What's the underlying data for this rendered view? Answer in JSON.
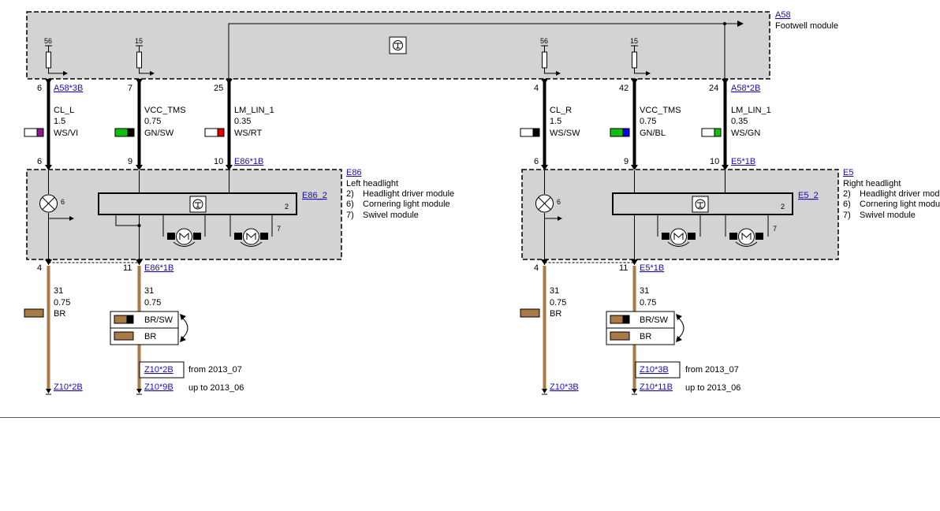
{
  "modules": {
    "footwell": {
      "id": "A58",
      "name": "Footwell module",
      "pin56": "56",
      "pin15": "15",
      "pin56b": "56",
      "pin15b": "15"
    },
    "left": {
      "id": "E86",
      "name": "Left headlight",
      "items": [
        {
          "num": "2)",
          "text": "Headlight driver module"
        },
        {
          "num": "6)",
          "text": "Cornering light module"
        },
        {
          "num": "7)",
          "text": "Swivel module"
        }
      ],
      "driver_id": "E86_2",
      "driver_num": "2",
      "lamp_num": "6",
      "motor_num": "7"
    },
    "right": {
      "id": "E5",
      "name": "Right headlight",
      "items": [
        {
          "num": "2)",
          "text": "Headlight driver module"
        },
        {
          "num": "6)",
          "text": "Cornering light module"
        },
        {
          "num": "7)",
          "text": "Swivel module"
        }
      ],
      "driver_id": "E5_2",
      "driver_num": "2",
      "lamp_num": "6",
      "motor_num": "7"
    }
  },
  "connectors": {
    "a58_3b": "A58*3B",
    "a58_2b": "A58*2B",
    "e86_1b_top": "E86*1B",
    "e5_1b_top": "E5*1B",
    "e86_1b_bot": "E86*1B",
    "e5_1b_bot": "E5*1B"
  },
  "top_wires": [
    {
      "pin_top": "6",
      "pin_bot": "6",
      "signal": "CL_L",
      "size": "1.5",
      "color": "WS/VI",
      "c1": "#ffffff",
      "c2": "#8b1a89"
    },
    {
      "pin_top": "7",
      "pin_bot": "9",
      "signal": "VCC_TMS",
      "size": "0.75",
      "color": "GN/SW",
      "c1": "#10c010",
      "c2": "#000000"
    },
    {
      "pin_top": "25",
      "pin_bot": "10",
      "signal": "LM_LIN_1",
      "size": "0.35",
      "color": "WS/RT",
      "c1": "#ffffff",
      "c2": "#e00000"
    },
    {
      "pin_top": "4",
      "pin_bot": "6",
      "signal": "CL_R",
      "size": "1.5",
      "color": "WS/SW",
      "c1": "#ffffff",
      "c2": "#000000"
    },
    {
      "pin_top": "42",
      "pin_bot": "9",
      "signal": "VCC_TMS",
      "size": "0.75",
      "color": "GN/BL",
      "c1": "#10c010",
      "c2": "#0000ee"
    },
    {
      "pin_top": "24",
      "pin_bot": "10",
      "signal": "LM_LIN_1",
      "size": "0.35",
      "color": "WS/GN",
      "c1": "#ffffff",
      "c2": "#10c010"
    }
  ],
  "bottom_wires": [
    {
      "pin": "4",
      "signal": "31",
      "size": "0.75",
      "color": "BR",
      "term": "Z10*2B"
    },
    {
      "pin": "11",
      "signal": "31",
      "size": "0.75",
      "alt1": "BR/SW",
      "alt2": "BR",
      "z_box": "Z10*2B",
      "z_box_note": "from 2013_07",
      "z_plain": "Z10*9B",
      "z_plain_note": "up to 2013_06"
    },
    {
      "pin": "4",
      "signal": "31",
      "size": "0.75",
      "color": "BR",
      "term": "Z10*3B"
    },
    {
      "pin": "11",
      "signal": "31",
      "size": "0.75",
      "alt1": "BR/SW",
      "alt2": "BR",
      "z_box": "Z10*3B",
      "z_box_note": "from 2013_07",
      "z_plain": "Z10*11B",
      "z_plain_note": "up to 2013_06"
    }
  ],
  "colors": {
    "brown": "#a87a45",
    "module_fill": "#d3d3d3",
    "link": "#1a0dab"
  }
}
